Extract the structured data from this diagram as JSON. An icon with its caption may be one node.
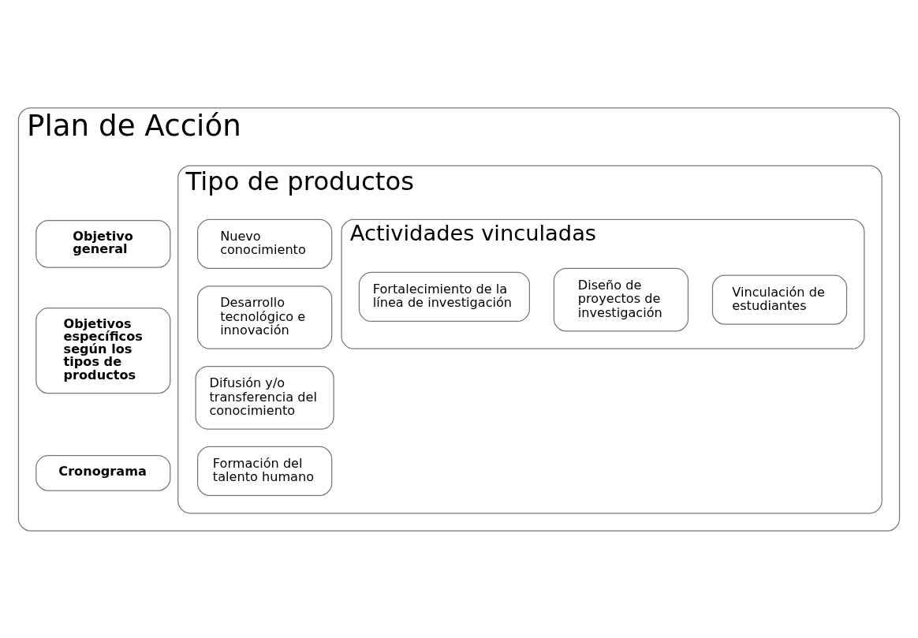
{
  "diagram": {
    "nodes": [
      {
        "text": [
          "Plan de Acción"
        ]
      },
      {
        "text": [
          "Objetivo general"
        ],
        "in": 0
      },
      {
        "text": [
          "Objetivos específicos según los tipos de productos"
        ],
        "in": 0
      },
      {
        "text": [
          "Cronograma"
        ],
        "in": 0
      },
      {
        "text": [
          "Tipo de productos"
        ],
        "in": 0
      },
      {
        "text": [
          "Nuevo conocimiento"
        ],
        "in": 4
      },
      {
        "text": [
          "Desarrollo tecnológico e innovación"
        ],
        "in": 4
      },
      {
        "text": [
          "Difusión y/o transferencia del conocimiento"
        ],
        "in": 4
      },
      {
        "text": [
          "Formación del talento humano"
        ],
        "in": 4
      },
      {
        "text": [
          "Actividades vinculadas"
        ],
        "in": 4
      },
      {
        "text": [
          "Fortalecimiento de la línea de investigación"
        ],
        "in": 9
      },
      {
        "text": [
          "Diseño de proyectos de investigación"
        ],
        "in": 9
      },
      {
        "text": [
          "Vinculación de estudiantes"
        ],
        "in": 9
      }
    ]
  }
}
